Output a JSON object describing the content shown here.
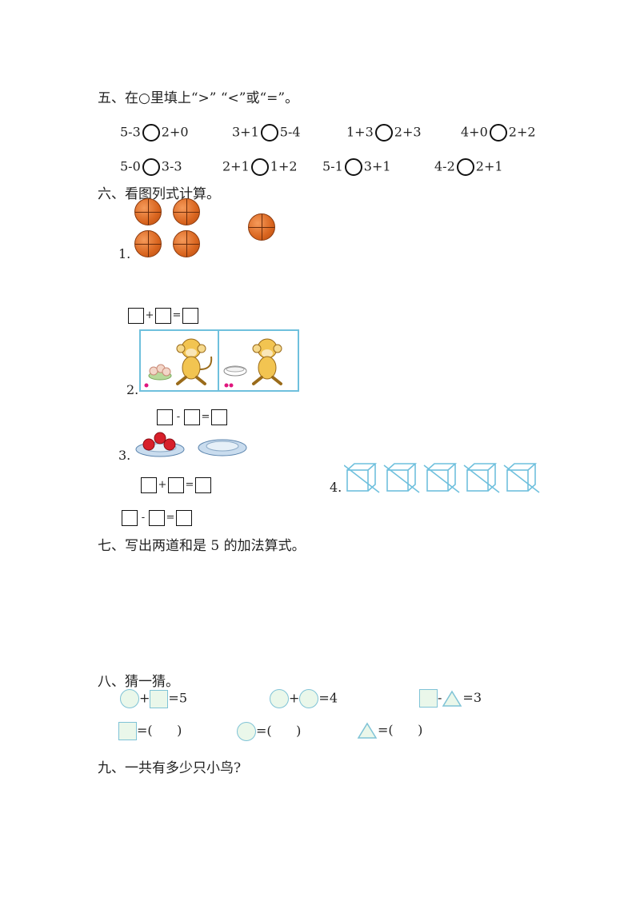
{
  "section5": {
    "title": "五、在○里填上“>” “<”或“=”。",
    "row1": [
      {
        "left": "5-3",
        "right": "2+0"
      },
      {
        "left": "3+1",
        "right": "5-4"
      },
      {
        "left": "1+3",
        "right": "2+3"
      },
      {
        "left": "4+0",
        "right": "2+2"
      }
    ],
    "row2": [
      {
        "left": "5-0",
        "right": "3-3"
      },
      {
        "left": "2+1",
        "right": "1+2"
      },
      {
        "left": "5-1",
        "right": "3+1"
      },
      {
        "left": "4-2",
        "right": "2+1"
      }
    ]
  },
  "section6": {
    "title": "六、看图列式计算。",
    "items": [
      {
        "num": "1.",
        "op": "+",
        "eq": "="
      },
      {
        "num": "2.",
        "op": "-",
        "eq": "="
      },
      {
        "num": "3.",
        "op": "+",
        "eq": "="
      },
      {
        "num": "4.",
        "op": "-",
        "eq": "="
      }
    ]
  },
  "section7": {
    "title": "七、写出两道和是 5 的加法算式。"
  },
  "section8": {
    "title": "八、猜一猜。",
    "eq1": {
      "op": "+",
      "result": "=5"
    },
    "eq2": {
      "op": "+",
      "result": "=4"
    },
    "eq3": {
      "op": "-",
      "result": "=3"
    },
    "answer": "=(      )"
  },
  "section9": {
    "title": "九、一共有多少只小鸟?"
  },
  "colors": {
    "accent": "#6fc0dd",
    "ball": "#d9651f",
    "apple": "#d71f2a",
    "fill": "#eaf7ea"
  }
}
